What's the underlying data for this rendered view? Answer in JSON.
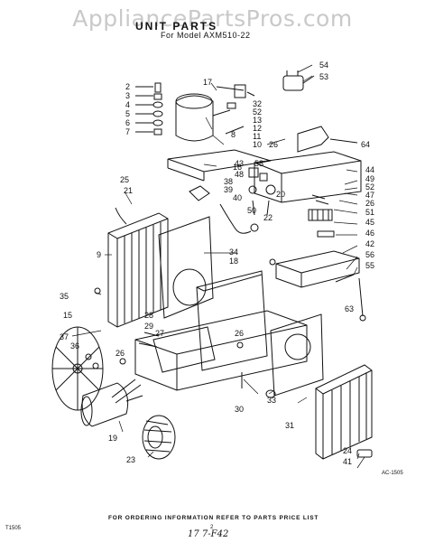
{
  "header": {
    "watermark": "AppliancePartsPros.com",
    "title": "UNIT PARTS",
    "subtitle": "For Model AXM510-22"
  },
  "footer": {
    "ordering_note": "FOR ORDERING INFORMATION REFER TO PARTS PRICE LIST",
    "page_number": "2",
    "left_code": "T1505",
    "ref_code": "AC-1505",
    "handwritten_note": "17 7-F42"
  },
  "part_labels": [
    {
      "id": "p2",
      "text": "2"
    },
    {
      "id": "p3",
      "text": "3"
    },
    {
      "id": "p4",
      "text": "4"
    },
    {
      "id": "p5",
      "text": "5"
    },
    {
      "id": "p6",
      "text": "6"
    },
    {
      "id": "p7",
      "text": "7"
    },
    {
      "id": "p17",
      "text": "17"
    },
    {
      "id": "p32",
      "text": "32"
    },
    {
      "id": "p52a",
      "text": "52"
    },
    {
      "id": "p13",
      "text": "13"
    },
    {
      "id": "p12",
      "text": "12"
    },
    {
      "id": "p11",
      "text": "11"
    },
    {
      "id": "p10",
      "text": "10"
    },
    {
      "id": "p8",
      "text": "8"
    },
    {
      "id": "p54",
      "text": "54"
    },
    {
      "id": "p53",
      "text": "53"
    },
    {
      "id": "p26a",
      "text": "26"
    },
    {
      "id": "p64",
      "text": "64"
    },
    {
      "id": "p43",
      "text": "43"
    },
    {
      "id": "p58",
      "text": "58"
    },
    {
      "id": "p48",
      "text": "48"
    },
    {
      "id": "p38",
      "text": "38"
    },
    {
      "id": "p39",
      "text": "39"
    },
    {
      "id": "p16",
      "text": "16"
    },
    {
      "id": "p20",
      "text": "20"
    },
    {
      "id": "p44",
      "text": "44"
    },
    {
      "id": "p49",
      "text": "49"
    },
    {
      "id": "p52b",
      "text": "52"
    },
    {
      "id": "p47",
      "text": "47"
    },
    {
      "id": "p26b",
      "text": "26"
    },
    {
      "id": "p51",
      "text": "51"
    },
    {
      "id": "p45",
      "text": "45"
    },
    {
      "id": "p46",
      "text": "46"
    },
    {
      "id": "p42",
      "text": "42"
    },
    {
      "id": "p56",
      "text": "56"
    },
    {
      "id": "p55",
      "text": "55"
    },
    {
      "id": "p63",
      "text": "63"
    },
    {
      "id": "p25",
      "text": "25"
    },
    {
      "id": "p21",
      "text": "21"
    },
    {
      "id": "p40",
      "text": "40"
    },
    {
      "id": "p50",
      "text": "50"
    },
    {
      "id": "p22",
      "text": "22"
    },
    {
      "id": "p9",
      "text": "9"
    },
    {
      "id": "p34",
      "text": "34"
    },
    {
      "id": "p18",
      "text": "18"
    },
    {
      "id": "p35",
      "text": "35"
    },
    {
      "id": "p15",
      "text": "15"
    },
    {
      "id": "p28",
      "text": "28"
    },
    {
      "id": "p29",
      "text": "29"
    },
    {
      "id": "p27",
      "text": "27"
    },
    {
      "id": "p37",
      "text": "37"
    },
    {
      "id": "p36",
      "text": "36"
    },
    {
      "id": "p26c",
      "text": "26"
    },
    {
      "id": "p26d",
      "text": "26"
    },
    {
      "id": "p33",
      "text": "33"
    },
    {
      "id": "p30",
      "text": "30"
    },
    {
      "id": "p31",
      "text": "31"
    },
    {
      "id": "p19",
      "text": "19"
    },
    {
      "id": "p23",
      "text": "23"
    },
    {
      "id": "p24",
      "text": "24"
    },
    {
      "id": "p41",
      "text": "41"
    }
  ]
}
